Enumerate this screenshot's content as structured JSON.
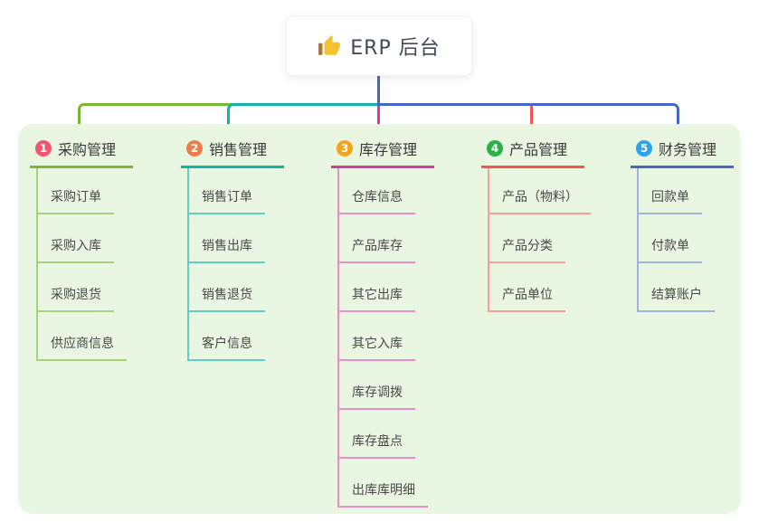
{
  "root": {
    "label": "ERP 后台",
    "icon": "thumbs-up-icon"
  },
  "branches": [
    {
      "num": "1",
      "label": "采购管理",
      "color": "#79b832",
      "light": "#a6d279",
      "badge": "#f2566e",
      "children": [
        "采购订单",
        "采购入库",
        "采购退货",
        "供应商信息"
      ]
    },
    {
      "num": "2",
      "label": "销售管理",
      "color": "#10b5a8",
      "light": "#63ccc3",
      "badge": "#ee7d4b",
      "children": [
        "销售订单",
        "销售出库",
        "销售退货",
        "客户信息"
      ]
    },
    {
      "num": "3",
      "label": "库存管理",
      "color": "#d23c9c",
      "light": "#e98fc7",
      "badge": "#f7a41d",
      "children": [
        "仓库信息",
        "产品库存",
        "其它出库",
        "其它入库",
        "库存调拨",
        "库存盘点",
        "出库库明细"
      ]
    },
    {
      "num": "4",
      "label": "产品管理",
      "color": "#f2564d",
      "light": "#f7a09a",
      "badge": "#2cb14a",
      "children": [
        "产品（物料）",
        "产品分类",
        "产品单位"
      ]
    },
    {
      "num": "5",
      "label": "财务管理",
      "color": "#4767c8",
      "light": "#a2b3de",
      "badge": "#2aa3e8",
      "children": [
        "回款单",
        "付款单",
        "结算账户"
      ]
    }
  ],
  "colors": {
    "canvas_bg": "#ffffff",
    "panel_bg": "#e9f6e2",
    "root_connector": "#4767c8",
    "root_text": "#3f4a5a",
    "title_text": "#3a3a3a",
    "child_text": "#494949",
    "thumb_yellow": "#f3c230",
    "thumb_brown": "#a9743c"
  }
}
